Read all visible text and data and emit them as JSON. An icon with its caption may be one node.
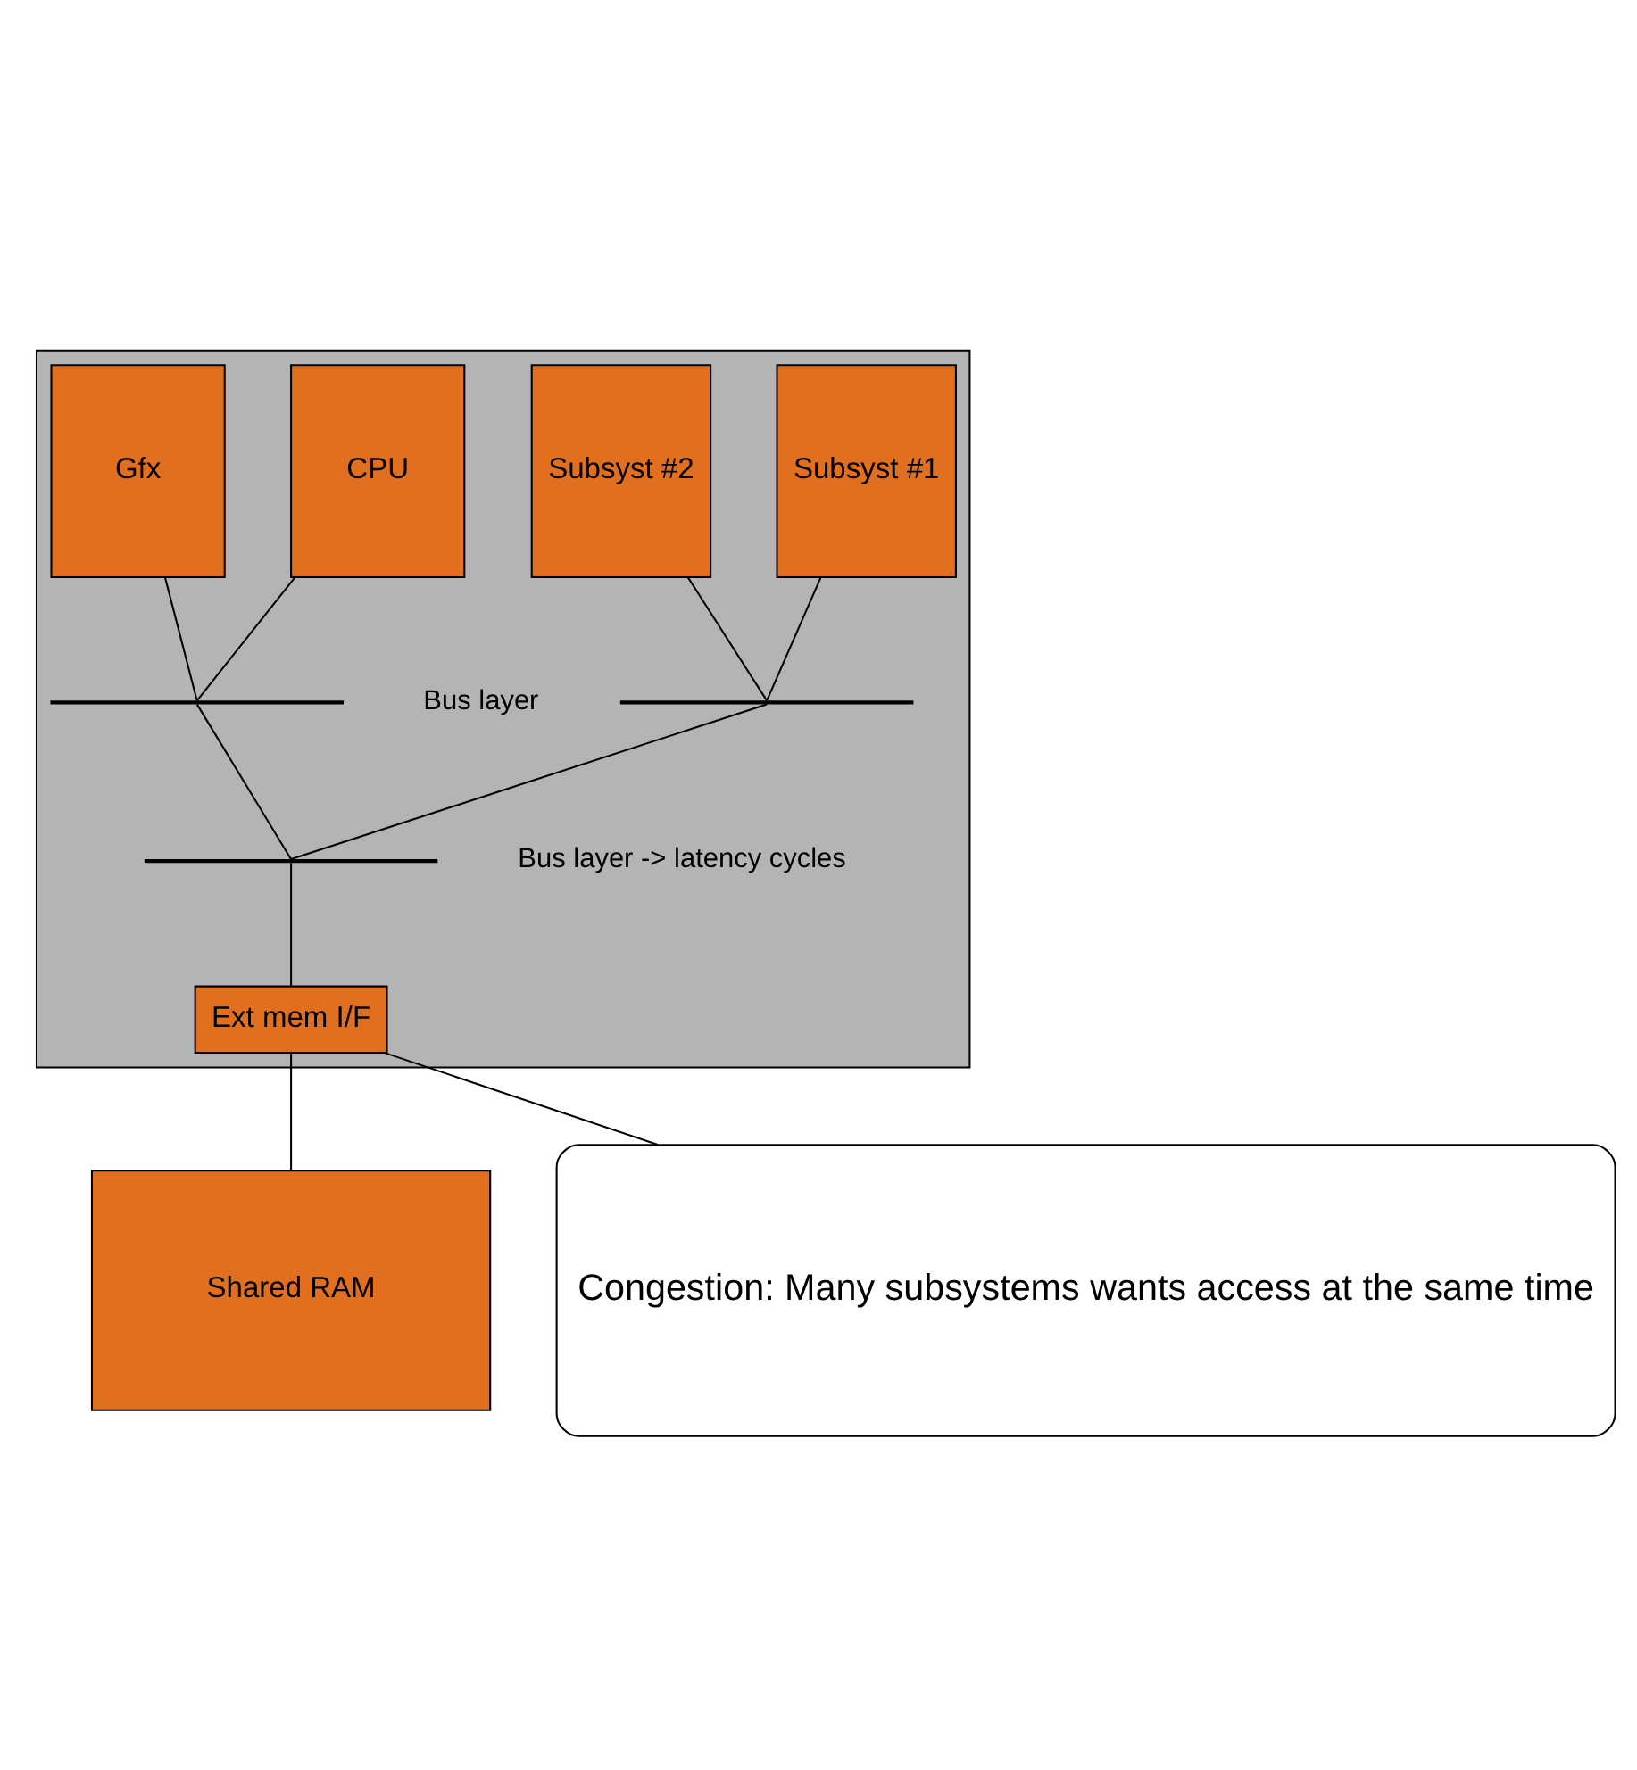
{
  "diagram": {
    "nodes": [
      {
        "text": [],
        "shape": "box"
      },
      {
        "text": [
          "Subsyst #1"
        ],
        "in": 0
      },
      {
        "text": [
          "Subsyst #2"
        ],
        "in": 0
      },
      {
        "text": [
          "CPU"
        ],
        "in": 0
      },
      {
        "text": [
          "Gfx"
        ],
        "in": 0
      },
      {
        "text": [],
        "shape": "bar",
        "in": 0
      },
      {
        "text": [],
        "shape": "bar",
        "in": 0
      },
      {
        "text": [],
        "shape": "bar",
        "in": 0
      },
      {
        "text": [
          "Ext mem I/F"
        ],
        "in": 0
      },
      {
        "text": [
          "Shared RAM"
        ]
      },
      {
        "text": [
          "Congestion: Many subsystems wants access at the same time"
        ]
      }
    ],
    "edges": [
      {
        "from": 1,
        "to": 5,
        "arrow": "none"
      },
      {
        "from": 2,
        "to": 5,
        "arrow": "none"
      },
      {
        "from": 3,
        "to": 6,
        "arrow": "none"
      },
      {
        "from": 4,
        "to": 6,
        "arrow": "none"
      },
      {
        "from": 5,
        "to": 7,
        "arrow": "none"
      },
      {
        "from": 6,
        "to": 7,
        "arrow": "none"
      },
      {
        "from": 7,
        "to": 8,
        "arrow": "none"
      },
      {
        "from": 8,
        "to": 9,
        "arrow": "none"
      },
      {
        "from": 10,
        "to": 8,
        "arrow": "none"
      }
    ],
    "labels": [
      "Bus layer",
      "Bus layer -> latency cycles"
    ]
  }
}
